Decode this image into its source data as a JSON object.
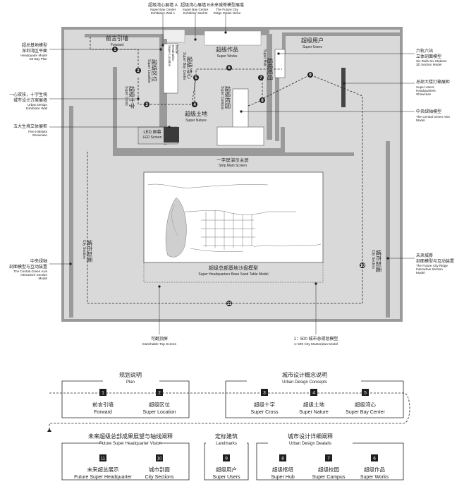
{
  "callouts": {
    "wall_a": {
      "cn": "超级湾心展墙 A",
      "en1": "Super Bay Center",
      "en2": "Exhibition Wall A"
    },
    "wall_b": {
      "cn": "超级湾心展墙 B",
      "en1": "Super Bay Center",
      "en2": "Exhibition Wall B"
    },
    "niche": {
      "cn": "未来城脊模型展龛",
      "en1": "The Future City",
      "en2": "Ridge Model Niche"
    },
    "hq_model": {
      "cn": "超总基地模型",
      "cn2": "深圳湾区平面",
      "en1": "Headquater Model",
      "en2": "SZ Bay Plan"
    },
    "cross": {
      "cn": "一心双核，十字生境",
      "cn2": "城市设计方案展墙",
      "en1": "Urban Design",
      "en2": "Exhibition Wall"
    },
    "five": {
      "cn": "五大生境立体展柜",
      "en1": "Five Habitats",
      "en2": "Showcase"
    },
    "axis_left": {
      "cn": "中央绿轴",
      "cn2": "剖面模型与互动装置",
      "en1": "The Central Green Axis",
      "en2": "Interactive Section",
      "en3": "Model"
    },
    "six_rails": {
      "cn": "六轨六站",
      "cn2": "立体剖面模型",
      "en1": "Six Rails Six Stations",
      "en2": "3D Section Model"
    },
    "hq_show": {
      "cn": "总部大楼灯箱展柜",
      "en1": "Super Users",
      "en2": "Headquarters",
      "en3": "Showcase"
    },
    "axis_right": {
      "cn": "中央绿轴模型",
      "en1": "The Central Green Axis",
      "en2": "Model"
    },
    "ridge_right": {
      "cn": "未来城脊",
      "cn2": "剖面模型与互动装置",
      "en1": "The Future City Ridge",
      "en2": "Interactive Section",
      "en3": "Model"
    },
    "top_screen": {
      "cn": "可翻顶屏",
      "en": "Switchable Top Screen"
    },
    "masterplan": {
      "cn": "1：500 城市总规划模型",
      "en": "1: 500 City Masterplan Model"
    }
  },
  "zones": {
    "forward": {
      "cn": "前言引墙",
      "en": "Forward"
    },
    "location": {
      "cn": "超级区位",
      "en": "Super Location"
    },
    "bay": {
      "cn": "超级湾心",
      "en": "Super Bay Center"
    },
    "works": {
      "cn": "超级作品",
      "en": "Super Works"
    },
    "hub": {
      "cn": "超级枢纽",
      "en": "Super Hub"
    },
    "users": {
      "cn": "超级用户",
      "en": "Super Users"
    },
    "cross": {
      "cn": "超级十字",
      "en": "Super Cross"
    },
    "nature": {
      "cn": "超级土地",
      "en": "Super Nature"
    },
    "campus": {
      "cn": "超级校园",
      "en": "Super Campus"
    },
    "led": {
      "cn": "LED 屏幕",
      "en": "LED Screen"
    },
    "strip": {
      "cn": "一字屏演示主屏",
      "en": "Strip Main Screen"
    },
    "base": {
      "cn": "超级总部基地沙盘模型",
      "en": "Super Headquarters Base Sand Table Model"
    },
    "city_left": {
      "cn": "城市剖面",
      "en": "City Section"
    },
    "city_right": {
      "cn": "城市剖面",
      "en": "City Section"
    },
    "location_model": {
      "en": "Super Location",
      "en2": "Destination",
      "en3": "Model"
    }
  },
  "route_numbers": [
    "1",
    "2",
    "3",
    "4",
    "5",
    "6",
    "7",
    "8",
    "9",
    "10",
    "11"
  ],
  "legend": {
    "plan": {
      "cn": "规划说明",
      "en": "Plan"
    },
    "concepts": {
      "cn": "城市设计概念说明",
      "en": "Urban Design Concepts"
    },
    "vision": {
      "cn": "未来超级总部成果展望与轴线阐释",
      "en": "Future Super Headquarter Vision"
    },
    "landmarks": {
      "cn": "定标建筑",
      "en": "Landmarks"
    },
    "details": {
      "cn": "城市设计详细阐释",
      "en": "Urban Design Deatails"
    },
    "items": [
      {
        "num": "1",
        "cn": "前言引墙",
        "en": "Forward"
      },
      {
        "num": "2",
        "cn": "超级区位",
        "en": "Super Location"
      },
      {
        "num": "3",
        "cn": "超级十字",
        "en": "Super Cross"
      },
      {
        "num": "4",
        "cn": "超级土地",
        "en": "Super Nature"
      },
      {
        "num": "5",
        "cn": "超级湾心",
        "en": "Super Bay Center"
      },
      {
        "num": "11",
        "cn": "未来超总展示",
        "en": "Future Super Headquarter"
      },
      {
        "num": "10",
        "cn": "城市剖面",
        "en": "City Sections"
      },
      {
        "num": "9",
        "cn": "超级用户",
        "en": "Super Users"
      },
      {
        "num": "8",
        "cn": "超级枢纽",
        "en": "Super Hub"
      },
      {
        "num": "7",
        "cn": "超级校园",
        "en": "Super Campus"
      },
      {
        "num": "6",
        "cn": "超级作品",
        "en": "Super Works"
      }
    ]
  },
  "colors": {
    "wall": "#9a9a9a",
    "floor": "#d6d6d6",
    "dark": "#1e1e1e",
    "white": "#ffffff"
  }
}
